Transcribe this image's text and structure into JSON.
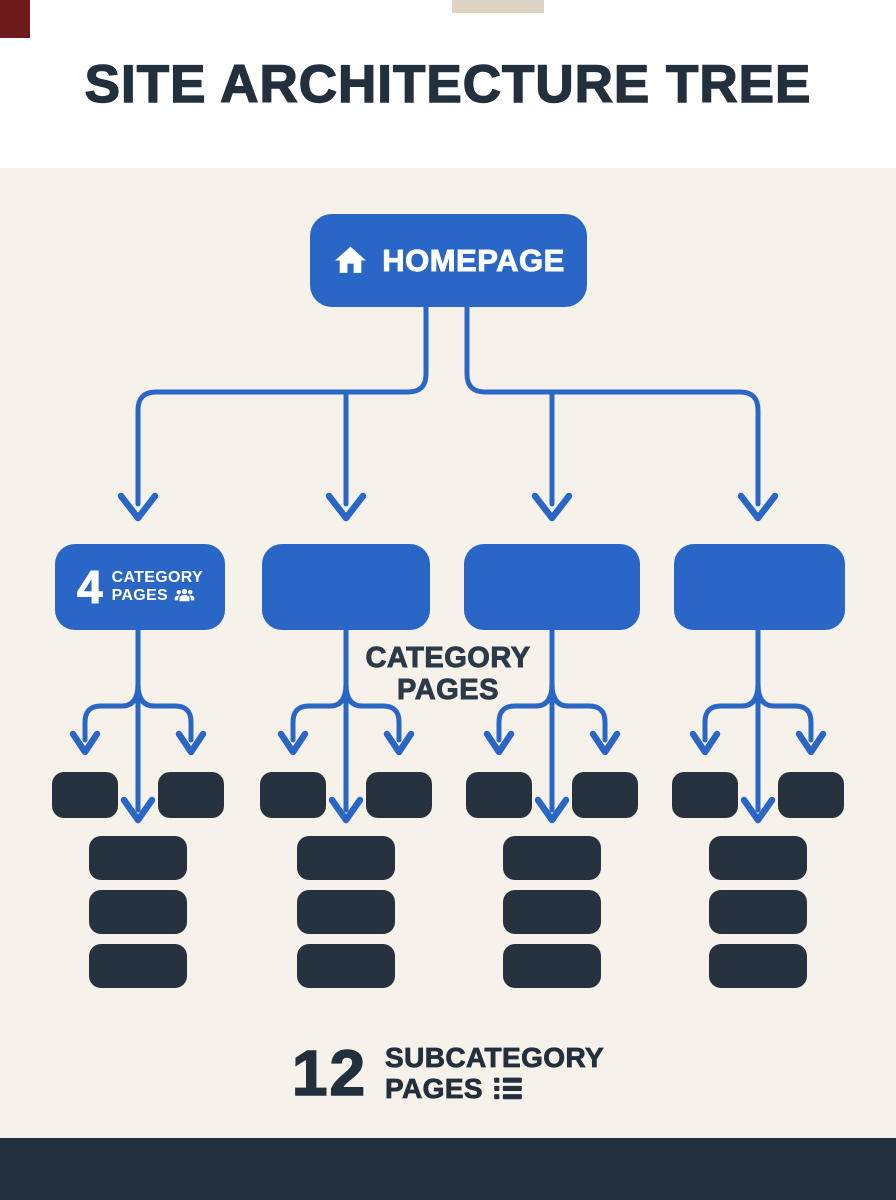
{
  "title": "SITE ARCHITECTURE TREE",
  "homepage": {
    "label": "HOMEPAGE"
  },
  "categories": {
    "count": "4",
    "label_line1": "CATEGORY",
    "label_line2": "PAGES",
    "center_label_line1": "CATEGORY",
    "center_label_line2": "PAGES",
    "node_count": 4
  },
  "subcategories": {
    "count": "12",
    "label_line1": "SUBCATEGORY",
    "label_line2": "PAGES",
    "side_boxes_per_category": 2,
    "stacked_boxes_per_category": 3
  },
  "icons": {
    "homepage_icon": "home-icon",
    "category_icon": "users-icon",
    "subcategory_icon": "list-icon"
  },
  "colors": {
    "node_blue": "#2A66C6",
    "connector_blue": "#2A66C6",
    "box_dark": "#26323F",
    "text_dark": "#22303E",
    "background": "#F6F1E9",
    "header_background": "#FFFFFF",
    "corner_accent": "#6E1A1A",
    "footer_band": "#22303E"
  }
}
